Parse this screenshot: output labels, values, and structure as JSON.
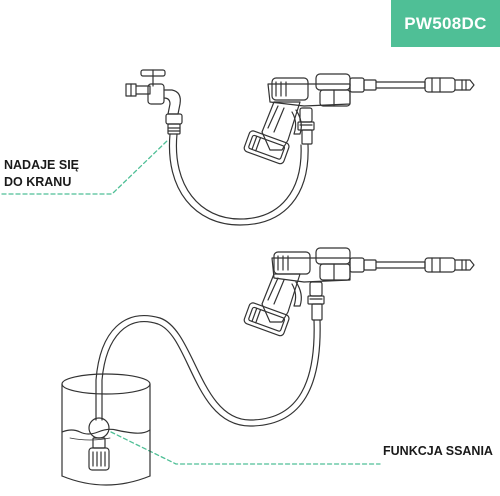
{
  "badge": {
    "model": "PW508DC",
    "color": "#4fbf96"
  },
  "labels": {
    "tap": [
      "NADAJE SIĘ",
      "DO KRANU"
    ],
    "suction": "FUNKCJA SSANIA"
  },
  "icons": [
    "tap-icon",
    "pressure-washer-gun-icon",
    "water-bucket-icon",
    "suction-filter-icon"
  ]
}
